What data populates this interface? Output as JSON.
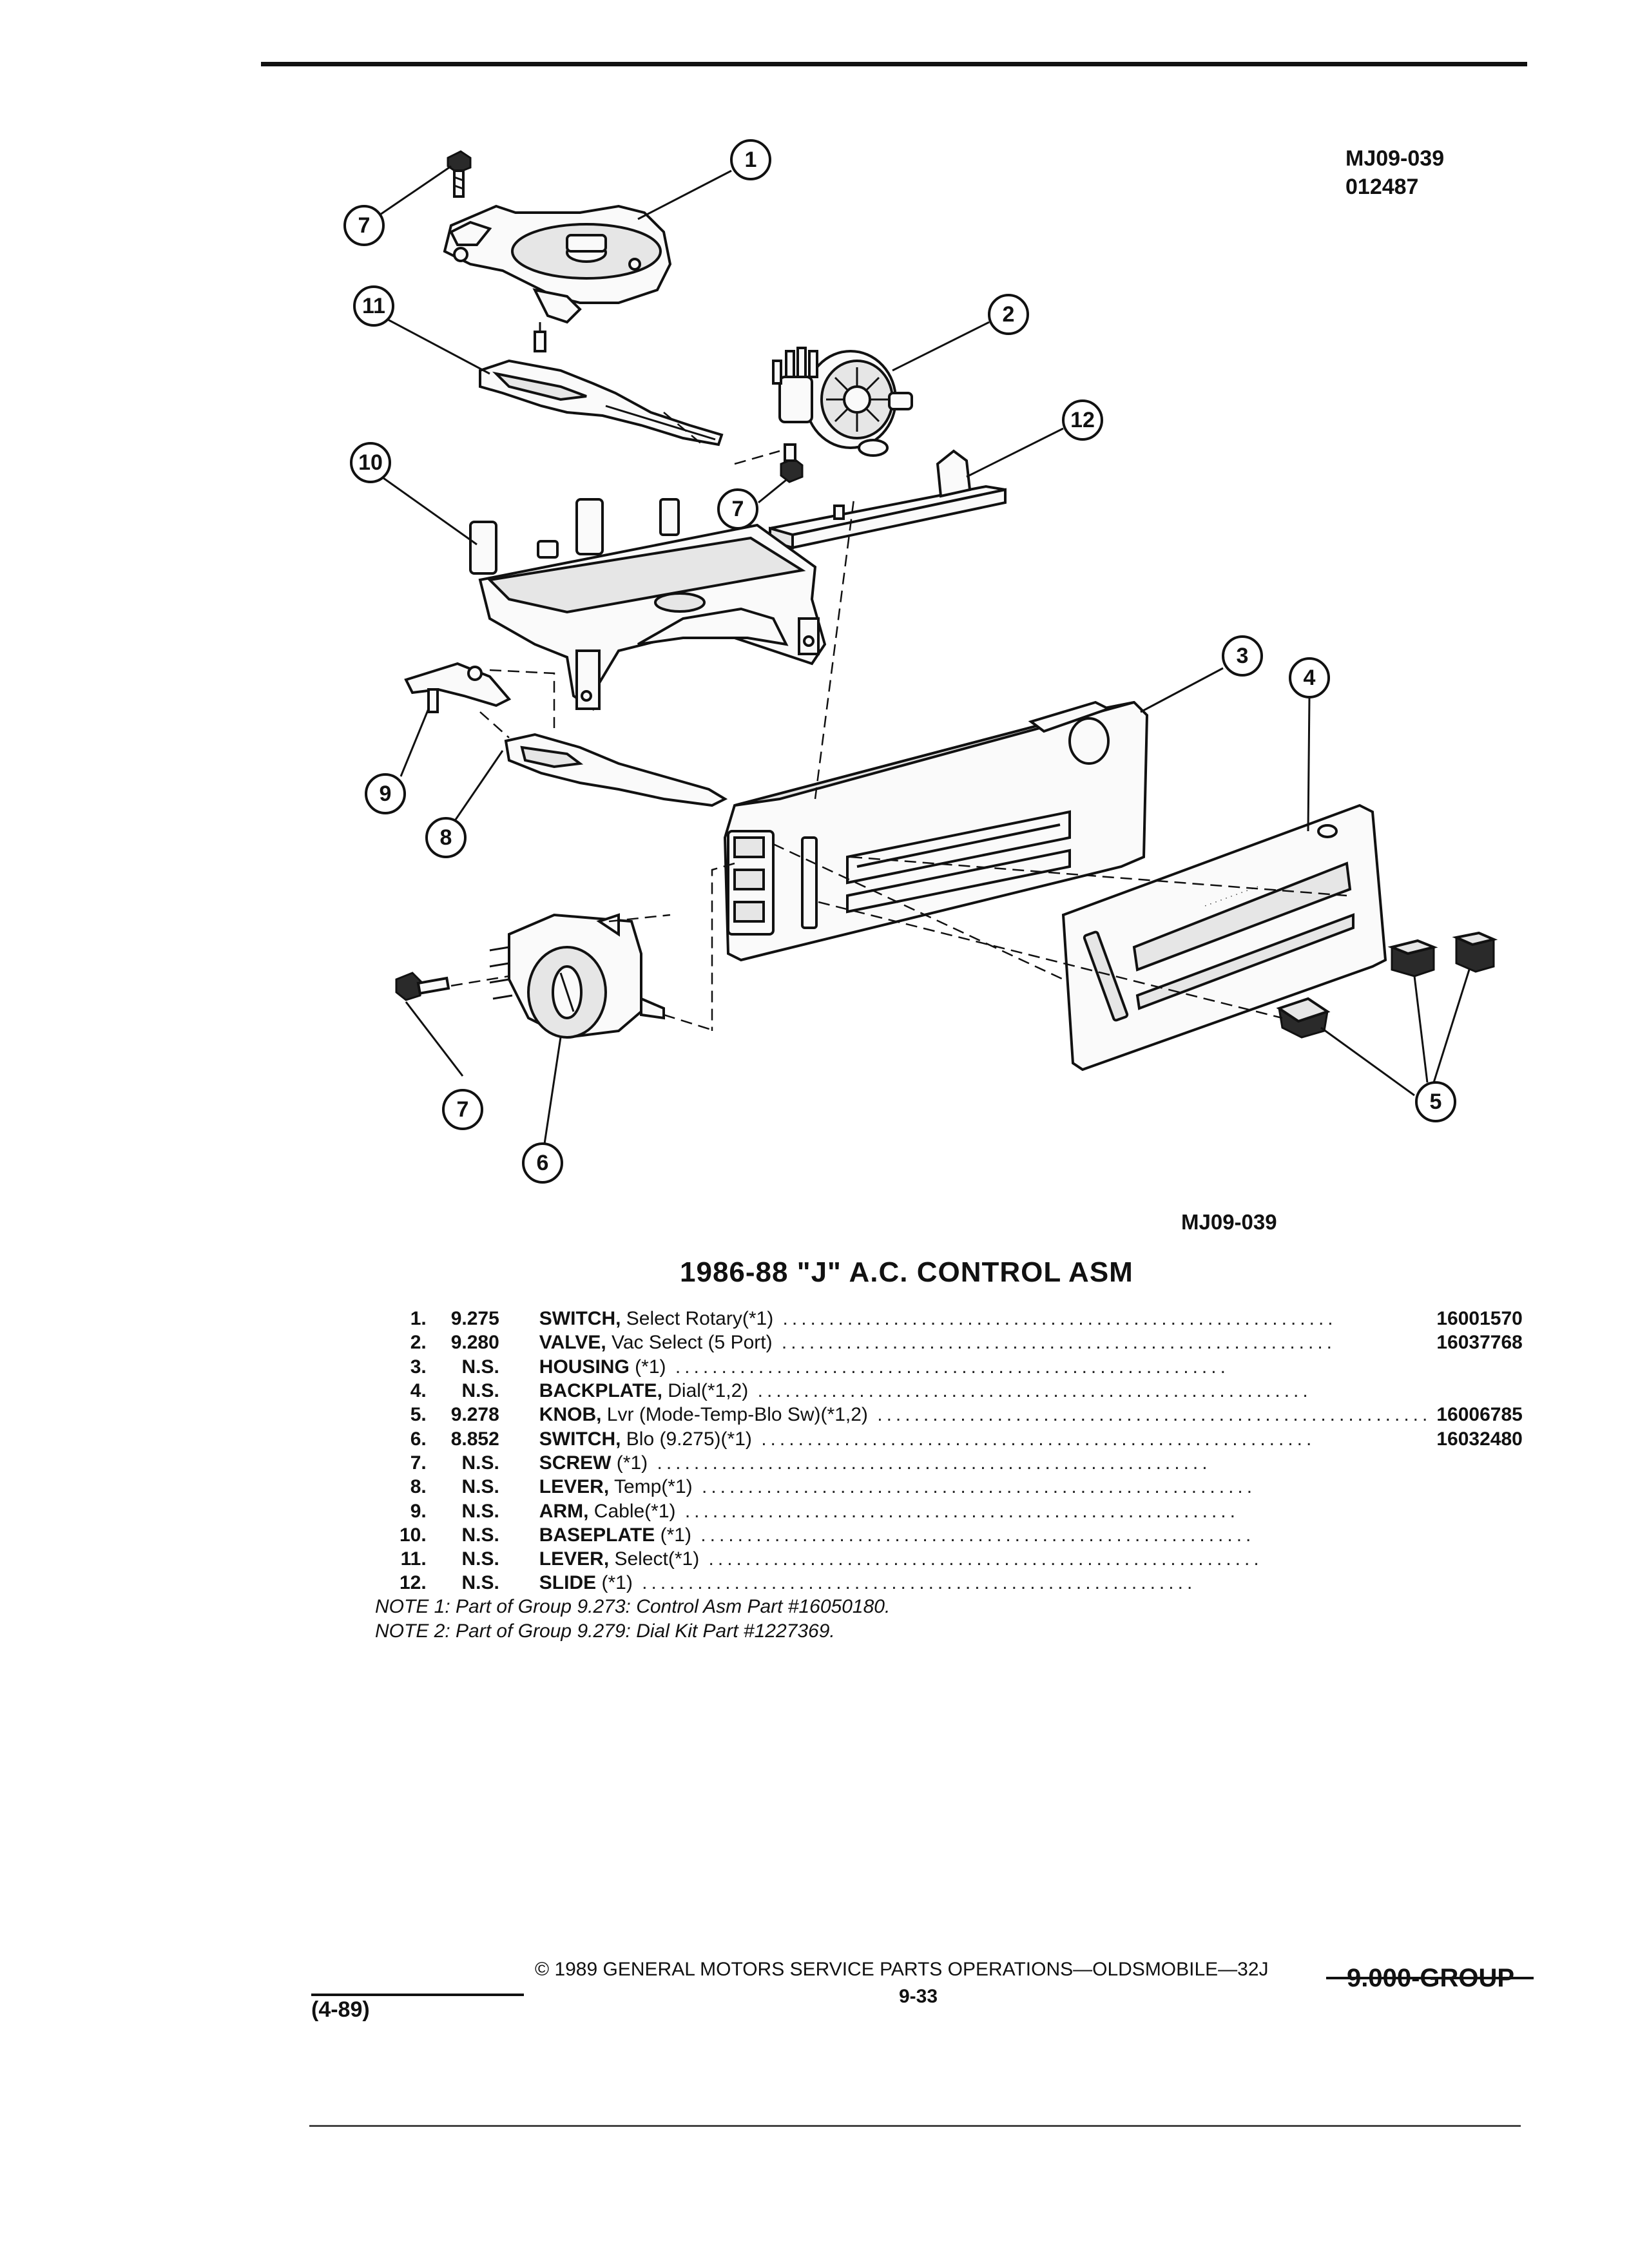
{
  "header": {
    "code": "MJ09-039",
    "date_code": "012487"
  },
  "diagram": {
    "callouts": [
      "1",
      "2",
      "3",
      "4",
      "5",
      "6",
      "7",
      "8",
      "9",
      "10",
      "11",
      "12"
    ],
    "caption": "MJ09-039"
  },
  "title": "1986-88 \"J\" A.C. CONTROL ASM",
  "parts": [
    {
      "num": "1.",
      "group": "9.275",
      "name": "SWITCH,",
      "detail": " Select Rotary(*1)",
      "part_no": "16001570"
    },
    {
      "num": "2.",
      "group": "9.280",
      "name": "VALVE,",
      "detail": " Vac Select (5 Port)",
      "part_no": "16037768"
    },
    {
      "num": "3.",
      "group": "N.S.",
      "name": "HOUSING",
      "detail": " (*1)",
      "part_no": ""
    },
    {
      "num": "4.",
      "group": "N.S.",
      "name": "BACKPLATE,",
      "detail": " Dial(*1,2)",
      "part_no": ""
    },
    {
      "num": "5.",
      "group": "9.278",
      "name": "KNOB,",
      "detail": " Lvr (Mode-Temp-Blo Sw)(*1,2)",
      "part_no": "16006785"
    },
    {
      "num": "6.",
      "group": "8.852",
      "name": "SWITCH,",
      "detail": " Blo (9.275)(*1)",
      "part_no": "16032480"
    },
    {
      "num": "7.",
      "group": "N.S.",
      "name": "SCREW",
      "detail": " (*1)",
      "part_no": ""
    },
    {
      "num": "8.",
      "group": "N.S.",
      "name": "LEVER,",
      "detail": " Temp(*1)",
      "part_no": ""
    },
    {
      "num": "9.",
      "group": "N.S.",
      "name": "ARM,",
      "detail": " Cable(*1)",
      "part_no": ""
    },
    {
      "num": "10.",
      "group": "N.S.",
      "name": "BASEPLATE",
      "detail": " (*1)",
      "part_no": ""
    },
    {
      "num": "11.",
      "group": "N.S.",
      "name": "LEVER,",
      "detail": " Select(*1)",
      "part_no": ""
    },
    {
      "num": "12.",
      "group": "N.S.",
      "name": "SLIDE",
      "detail": " (*1)",
      "part_no": ""
    }
  ],
  "notes": [
    "NOTE 1: Part of Group 9.273: Control Asm Part #16050180.",
    "NOTE 2: Part of Group 9.279: Dial Kit Part #1227369."
  ],
  "footer": {
    "revision": "(4-89)",
    "copyright": "© 1989 GENERAL MOTORS SERVICE PARTS OPERATIONS—OLDSMOBILE—32J",
    "page": "9-33",
    "group": "9.000-GROUP"
  }
}
